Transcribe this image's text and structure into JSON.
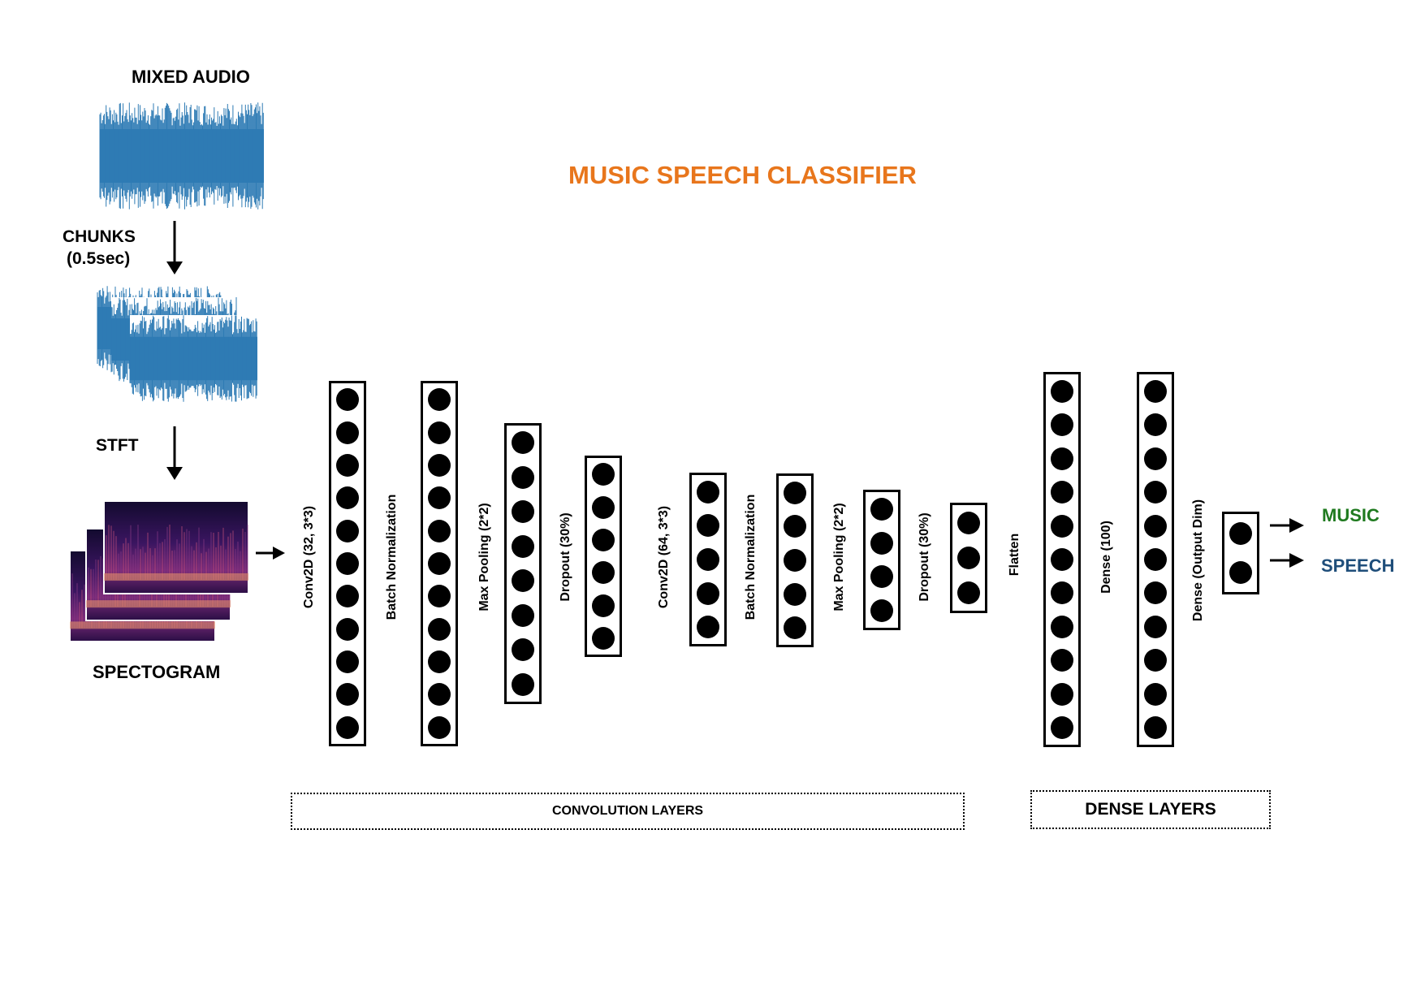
{
  "title": "MUSIC SPEECH CLASSIFIER",
  "colors": {
    "title": "#e8761c",
    "waveform": "#2e7bb4",
    "music": "#1f7a1f",
    "speech": "#1f4e7a"
  },
  "pipeline": {
    "mixed_audio": "MIXED AUDIO",
    "chunks": "CHUNKS",
    "chunks_sub": "(0.5sec)",
    "stft": "STFT",
    "spectogram": "SPECTOGRAM"
  },
  "layers": [
    {
      "label": "Conv2D (32, 3*3)",
      "nodes": 11
    },
    {
      "label": "Batch Normalization",
      "nodes": 11
    },
    {
      "label": "Max Pooling (2*2)",
      "nodes": 8
    },
    {
      "label": "Dropout (30%)",
      "nodes": 6
    },
    {
      "label": "Conv2D (64, 3*3)",
      "nodes": 5
    },
    {
      "label": "Batch Normalization",
      "nodes": 5
    },
    {
      "label": "Max Pooling (2*2)",
      "nodes": 4
    },
    {
      "label": "Dropout (30%)",
      "nodes": 3
    },
    {
      "label": "Flatten",
      "nodes": 11
    },
    {
      "label": "Dense (100)",
      "nodes": 11
    },
    {
      "label": "Dense (Output Dim)",
      "nodes": 2
    }
  ],
  "outputs": {
    "music": "MUSIC",
    "speech": "SPEECH"
  },
  "groups": {
    "convolution": "CONVOLUTION LAYERS",
    "dense": "DENSE LAYERS"
  }
}
